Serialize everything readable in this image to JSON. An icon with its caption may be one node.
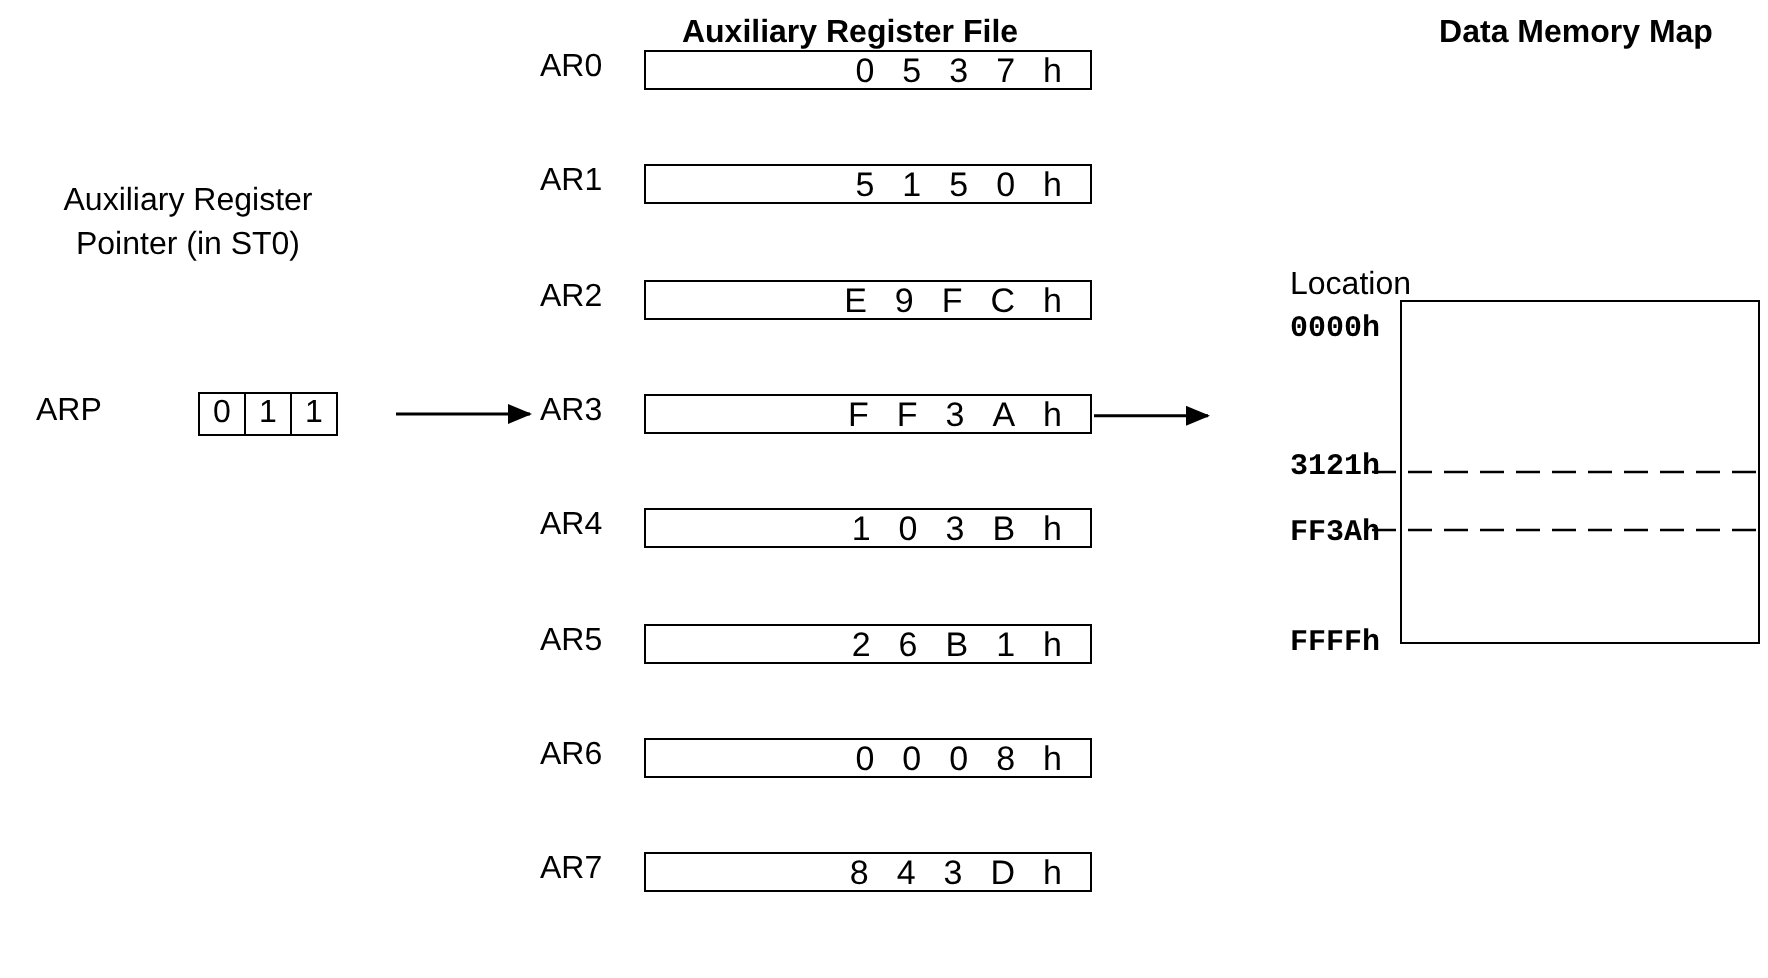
{
  "diagram": {
    "nodes": [
      {
        "text": [
          "0",
          "1",
          "1"
        ],
        "beside": [
          "Auxiliary Register Pointer (in ST0)",
          "ARP"
        ]
      },
      {
        "text": [
          "0537h"
        ],
        "beside": [
          "AR0"
        ]
      },
      {
        "text": [
          "5150h"
        ],
        "beside": [
          "AR1"
        ]
      },
      {
        "text": [
          "E9FCh"
        ],
        "beside": [
          "AR2"
        ]
      },
      {
        "text": [
          "FF3Ah"
        ],
        "beside": [
          "AR3"
        ]
      },
      {
        "text": [
          "103Bh"
        ],
        "beside": [
          "AR4"
        ]
      },
      {
        "text": [
          "26B1h"
        ],
        "beside": [
          "AR5"
        ]
      },
      {
        "text": [
          "0008h"
        ],
        "beside": [
          "AR6"
        ]
      },
      {
        "text": [
          "843Dh"
        ],
        "beside": [
          "AR7"
        ]
      },
      {
        "text": [],
        "shape": "box",
        "beside": [
          "Location",
          "0000h",
          "3121h",
          "FF3Ah",
          "FFFFh"
        ]
      }
    ],
    "edges": [
      {
        "from": 0,
        "to": 4,
        "arrow": "to"
      },
      {
        "from": 4,
        "to": 9,
        "arrow": "to"
      }
    ],
    "labels": [
      "Auxiliary Register File",
      "Data Memory Map"
    ]
  }
}
